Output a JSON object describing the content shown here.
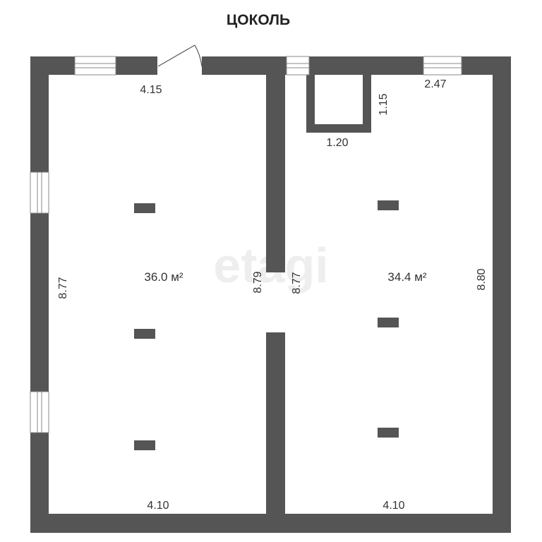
{
  "title": "ЦОКОЛЬ",
  "watermark": "etagi",
  "colors": {
    "wall": "#555555",
    "background": "#ffffff",
    "text": "#333333",
    "window_frame": "#888888"
  },
  "rooms": [
    {
      "id": "left",
      "area": "36.0 м²",
      "width_top": "4.15",
      "width_bottom": "4.10",
      "height_left": "8.77",
      "height_right": "8.79"
    },
    {
      "id": "right",
      "area": "34.4 м²",
      "width_top": "2.47",
      "width_bottom": "4.10",
      "height_left": "8.77",
      "height_right": "8.80"
    }
  ],
  "niche": {
    "width": "1.20",
    "height": "1.15"
  }
}
